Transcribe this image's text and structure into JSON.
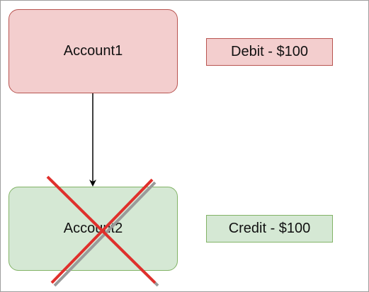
{
  "nodes": {
    "account1": {
      "label": "Account1",
      "fill": "#f3cece",
      "stroke": "#b85450"
    },
    "account2": {
      "label": "Account2",
      "fill": "#d5e8d4",
      "stroke": "#82b366"
    },
    "debit": {
      "label": "Debit - $100",
      "fill": "#f3cece",
      "stroke": "#b85450"
    },
    "credit": {
      "label": "Credit - $100",
      "fill": "#d5e8d4",
      "stroke": "#82b366"
    }
  },
  "edges": [
    {
      "from": "account1",
      "to": "account2",
      "color": "#000000"
    }
  ],
  "colors": {
    "cross": "#e0302c",
    "cross_shadow": "#9a9a9a"
  },
  "icons": {
    "cross_mark": "x-mark-icon"
  }
}
